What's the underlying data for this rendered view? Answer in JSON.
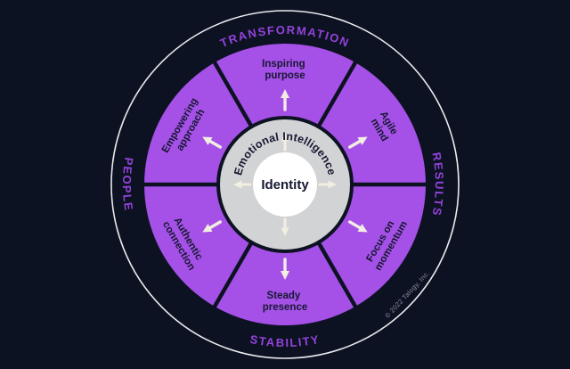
{
  "wheel": {
    "outer_labels": [
      {
        "id": "transformation",
        "label": "TRANSFORMATION"
      },
      {
        "id": "results",
        "label": "RESULTS"
      },
      {
        "id": "stability",
        "label": "STABILITY"
      },
      {
        "id": "people",
        "label": "PEOPLE"
      }
    ],
    "segments": [
      {
        "id": "inspiring-purpose",
        "lines": [
          "Inspiring",
          "purpose"
        ]
      },
      {
        "id": "agile-mind",
        "lines": [
          "Agile",
          "mind"
        ]
      },
      {
        "id": "focus-on-momentum",
        "lines": [
          "Focus on",
          "momentum"
        ]
      },
      {
        "id": "steady-presence",
        "lines": [
          "Steady",
          "presence"
        ]
      },
      {
        "id": "authentic-connection",
        "lines": [
          "Authentic",
          "connection"
        ]
      },
      {
        "id": "empowering-approach",
        "lines": [
          "Empowering",
          "approach"
        ]
      }
    ],
    "middle_ring_label": "Emotional Intelligence",
    "center_label": "Identity"
  },
  "footer": {
    "copyright": "© 2022 Talogy, Inc."
  },
  "colors": {
    "background": "#0d1222",
    "wheel-purple": "#a551e8",
    "label-purple": "#9343dc",
    "ink": "#161831",
    "ring-gray": "#d2d3d4",
    "center-white": "#ffffff",
    "arrow-cream": "#f2eee2",
    "outer-ring-stroke": "#e9eaee",
    "muted": "#8a8da0"
  }
}
